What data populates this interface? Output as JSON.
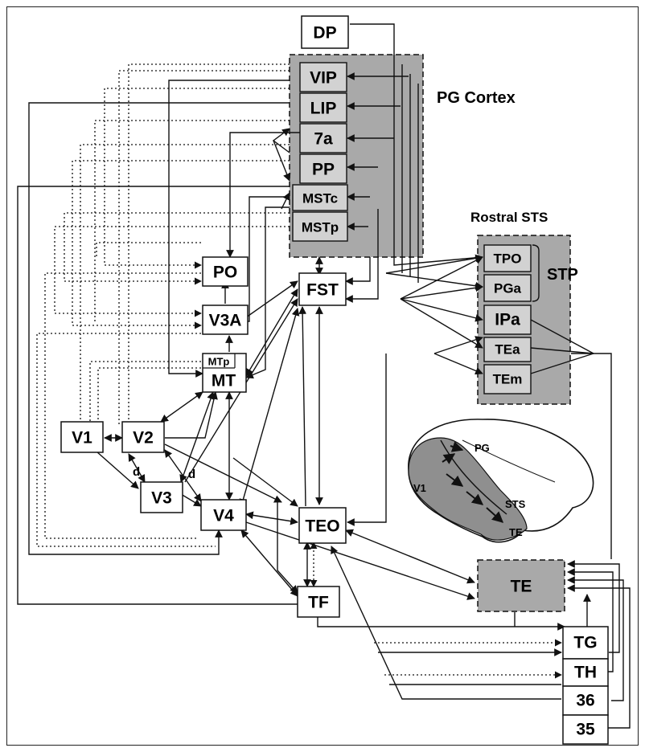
{
  "regions": {
    "pg_cortex": "PG Cortex",
    "rostral_sts": "Rostral STS",
    "stp": "STP"
  },
  "areas": {
    "dp": "DP",
    "vip": "VIP",
    "lip": "LIP",
    "a7": "7a",
    "pp": "PP",
    "mstc": "MSTc",
    "mstp": "MSTp",
    "po": "PO",
    "fst": "FST",
    "v3a": "V3A",
    "mtp": "MTp",
    "mt": "MT",
    "v1": "V1",
    "v2": "V2",
    "v3": "V3",
    "v4": "V4",
    "teo": "TEO",
    "tf": "TF",
    "te": "TE",
    "tpo": "TPO",
    "pga": "PGa",
    "ipa": "IPa",
    "tea": "TEa",
    "tem": "TEm",
    "tg": "TG",
    "th": "TH",
    "a36": "36",
    "a35": "35"
  },
  "marks": {
    "d1": "d",
    "d2": "d"
  },
  "brain_labels": {
    "pg": "PG",
    "v1": "V1",
    "sts": "STS",
    "te": "TE"
  }
}
